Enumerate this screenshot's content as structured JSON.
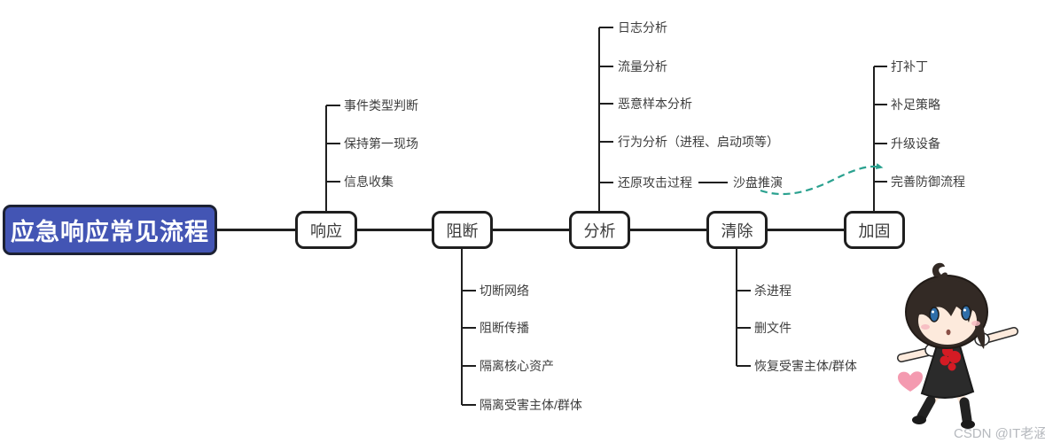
{
  "diagram": {
    "title": "应急响应常见流程",
    "nodes": [
      {
        "label": "响应",
        "branches": [
          "事件类型判断",
          "保持第一现场",
          "信息收集"
        ]
      },
      {
        "label": "阻断",
        "branches": [
          "切断网络",
          "阻断传播",
          "隔离核心资产",
          "隔离受害主体/群体"
        ]
      },
      {
        "label": "分析",
        "branches": [
          "日志分析",
          "流量分析",
          "恶意样本分析",
          "行为分析（进程、启动项等）",
          "还原攻击过程"
        ],
        "sub_branch": "沙盘推演"
      },
      {
        "label": "清除",
        "branches": [
          "杀进程",
          "删文件",
          "恢复受害主体/群体"
        ]
      },
      {
        "label": "加固",
        "branches": [
          "打补丁",
          "补足策略",
          "升级设备",
          "完善防御流程"
        ]
      }
    ],
    "link": {
      "from": "沙盘推演",
      "to": "完善防御流程",
      "style": "dashed-arrow",
      "color": "#2aa18f"
    }
  },
  "mascot": "chibi-girl-illustration",
  "watermark": "CSDN @IT老涵",
  "colors": {
    "title_bg": "#4355b4",
    "title_border": "#1c2133",
    "title_text": "#ffffff",
    "line": "#1f1f1f",
    "node_bg": "#ffffff",
    "node_text": "#3a3a3a",
    "branch_text": "#3d3d3d",
    "arrow": "#2aa18f",
    "watermark_text": "#b6b9be"
  }
}
